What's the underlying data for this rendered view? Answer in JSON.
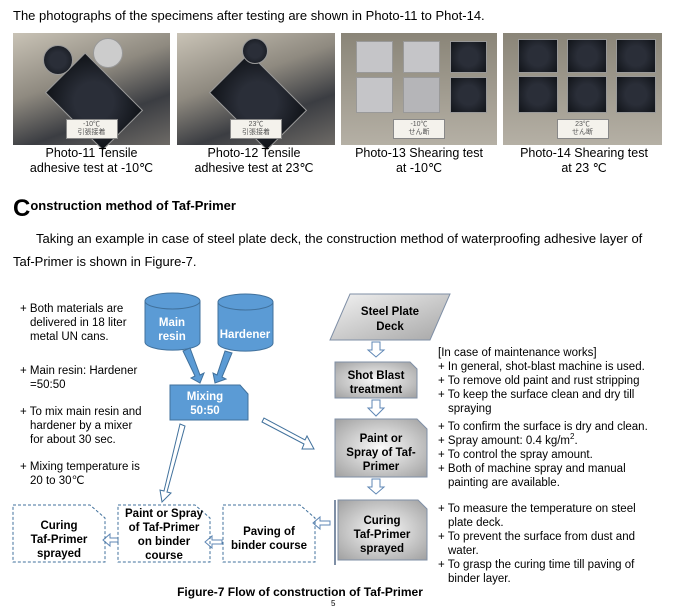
{
  "intro": "The photographs of the specimens after testing are shown in Photo-11 to Phot-14.",
  "photos": [
    {
      "caption_line1": "Photo-11 Tensile",
      "caption_line2": "adhesive test at -10℃",
      "label": "-10℃ 引張接着"
    },
    {
      "caption_line1": "Photo-12 Tensile",
      "caption_line2": "adhesive test at 23℃",
      "label": "23℃ 引張接着"
    },
    {
      "caption_line1": "Photo-13 Shearing test",
      "caption_line2": "at -10℃",
      "label": "-10℃ せん断"
    },
    {
      "caption_line1": "Photo-14 Shearing test",
      "caption_line2": "at 23 ℃",
      "label": "23℃ せん断"
    }
  ],
  "section": {
    "initial": "C",
    "title": "onstruction method of Taf-Primer",
    "para_line1": "Taking an example in case of steel plate deck, the construction method of waterproofing adhesive layer of",
    "para_line2": "Taf-Primer is shown in Figure-7."
  },
  "left_notes": [
    {
      "l1": "+ Both materials are",
      "l2": "delivered in 18 liter",
      "l3": "metal UN cans."
    },
    {
      "l1": "+ Main resin: Hardener",
      "l2": "=50:50"
    },
    {
      "l1": "+ To mix main resin and",
      "l2": "hardener by a mixer",
      "l3": "for about 30 sec."
    },
    {
      "l1": "+ Mixing temperature is",
      "l2": "20 to 30℃"
    }
  ],
  "flow": {
    "main_resin": [
      "Main",
      "resin"
    ],
    "hardener": "Hardener",
    "mixing": [
      "Mixing",
      "50:50"
    ],
    "steel_deck": [
      "Steel Plate",
      "Deck"
    ],
    "shot_blast": [
      "Shot Blast",
      "treatment"
    ],
    "paint": [
      "Paint or",
      "Spray of Taf-",
      "Primer"
    ],
    "curing": [
      "Curing",
      "Taf-Primer",
      "sprayed"
    ],
    "paving": [
      "Paving of",
      "binder course"
    ],
    "paint_binder": [
      "Paint or Spray",
      "of Taf-Primer",
      "on binder",
      "course"
    ],
    "curing2": [
      "Curing",
      "Taf-Primer",
      "sprayed"
    ]
  },
  "colors": {
    "blue": "#5b9bd5",
    "blue_border": "#41719c",
    "gray_box": "#d9d9d9"
  },
  "right_notes": {
    "maintenance": [
      "[In case of maintenance works]",
      "+ In general, shot-blast machine is used.",
      "+ To remove old paint and rust stripping",
      "+ To keep the surface clean and dry till",
      "spraying"
    ],
    "paint": [
      "+ To confirm the surface is dry and clean.",
      "+ Spray amount: 0.4 kg/m",
      "2",
      ".",
      "+ To control the spray amount.",
      "+ Both of machine spray and manual",
      "painting are available."
    ],
    "curing": [
      "+ To measure the temperature on steel",
      "plate deck.",
      "+ To prevent the surface from dust and",
      "water.",
      "+ To grasp the curing time till paving of",
      "binder layer."
    ]
  },
  "figure_caption": "Figure-7 Flow of construction of Taf-Primer",
  "page_number": "5"
}
